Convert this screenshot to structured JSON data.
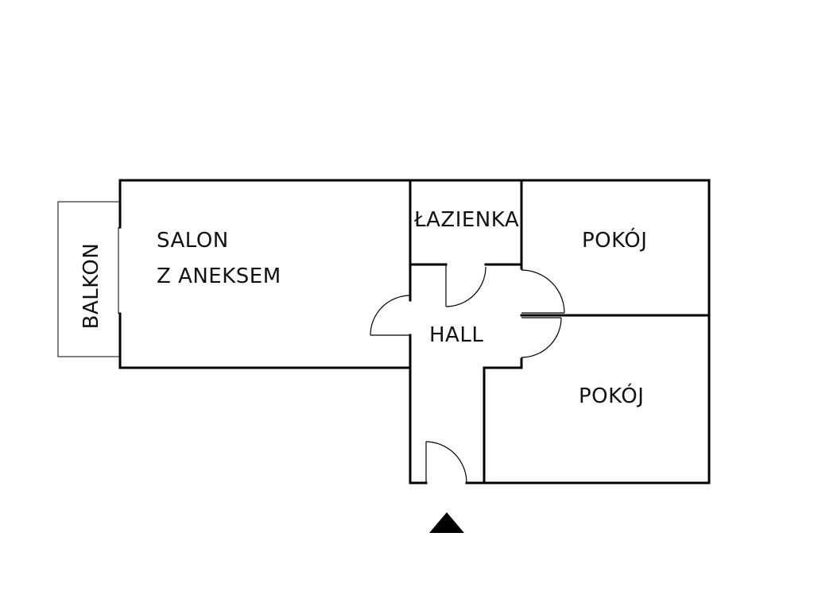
{
  "rooms": {
    "balcony": "BALKON",
    "living_line1": "SALON",
    "living_line2": "Z ANEKSEM",
    "bathroom": "ŁAZIENKA",
    "room_top": "POKÓJ",
    "hall": "HALL",
    "room_bottom": "POKÓJ"
  },
  "icons": {
    "entrance": "entrance-arrow-icon"
  }
}
